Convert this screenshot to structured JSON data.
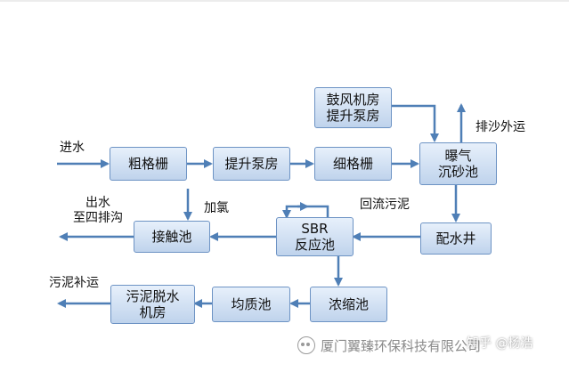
{
  "diagram": {
    "nodes": {
      "n_coarse_screen": "粗格栅",
      "n_lift_pump_1": "提升泵房",
      "n_fine_screen": "细格栅",
      "n_grit_chamber": "曝气\n沉砂池",
      "n_blower_room": "鼓风机房\n提升泵房",
      "n_distribution_well": "配水井",
      "n_sbr": "SBR\n反应池",
      "n_contact_tank": "接触池",
      "n_thickener": "浓缩池",
      "n_homogenizer": "均质池",
      "n_dewatering": "污泥脱水\n机房"
    },
    "labels": {
      "inflow": "进水",
      "grit_out": "排沙外运",
      "effluent": "出水\n至四排沟",
      "chlorination": "加氯",
      "return_sludge": "回流污泥",
      "sludge_out": "污泥补运"
    },
    "edges": [
      [
        "inflow",
        "n_coarse_screen"
      ],
      [
        "n_coarse_screen",
        "n_lift_pump_1"
      ],
      [
        "n_lift_pump_1",
        "n_fine_screen"
      ],
      [
        "n_fine_screen",
        "n_grit_chamber"
      ],
      [
        "n_blower_room",
        "n_grit_chamber"
      ],
      [
        "n_grit_chamber",
        "grit_out"
      ],
      [
        "n_grit_chamber",
        "n_distribution_well"
      ],
      [
        "n_distribution_well",
        "n_sbr"
      ],
      [
        "n_sbr",
        "n_contact_tank"
      ],
      [
        "chlorination",
        "n_contact_tank"
      ],
      [
        "n_contact_tank",
        "effluent"
      ],
      [
        "n_sbr",
        "n_thickener"
      ],
      [
        "n_thickener",
        "n_homogenizer"
      ],
      [
        "n_homogenizer",
        "n_dewatering"
      ],
      [
        "n_dewatering",
        "sludge_out"
      ]
    ]
  },
  "watermark": {
    "text": "厦门翼臻环保科技有限公司",
    "overlay": "知乎 @杨浩",
    "icon": "wechat-icon"
  },
  "colors": {
    "arrow": "#4f7fb6",
    "box_border": "#6d93c4",
    "box_fill_top": "#e7f0fb",
    "box_fill_bottom": "#bfd3ec"
  }
}
